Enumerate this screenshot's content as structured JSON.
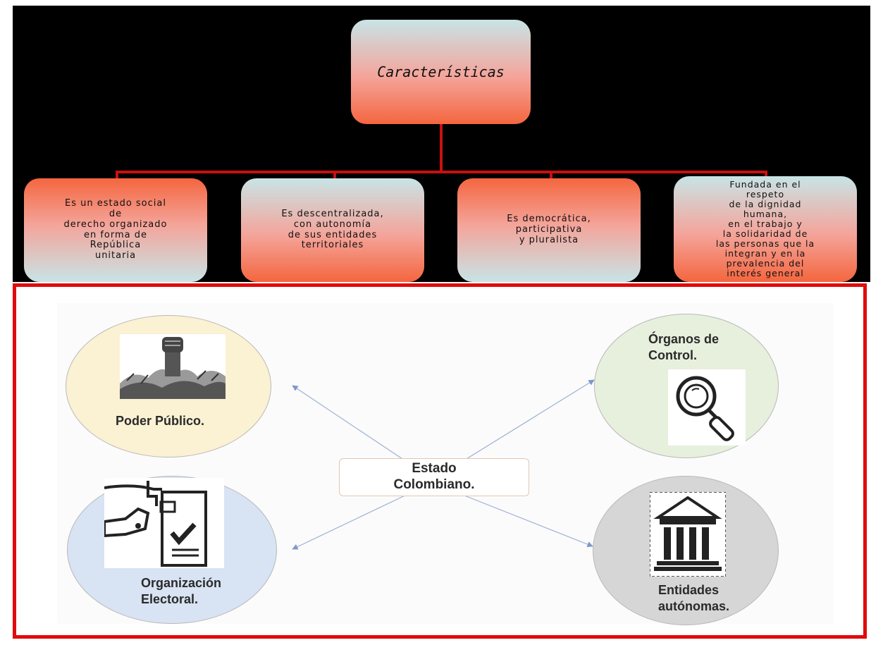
{
  "top_chart": {
    "root": "Características",
    "children": [
      "Es un estado social\nde\nderecho organizado\nen forma de\nRepública\nunitaria",
      "Es descentralizada,\ncon autonomía\nde sus entidades\nterritoriales",
      "Es democrática,\nparticipativa\ny pluralista",
      "Fundada en el\nrespeto\nde la dignidad\nhumana,\nen el trabajo y\nla solidaridad de\nlas personas que la\nintegran y en la\nprevalencia del\ninterés general"
    ]
  },
  "bottom_diagram": {
    "center": "Estado\nColombiano.",
    "nodes": {
      "poder": "Poder Público.",
      "organos": "Órganos de\nControl.",
      "electoral": "Organización\nElectoral.",
      "entidades": "Entidades\nautónomas."
    }
  },
  "colors": {
    "background_top": "#000000",
    "frame_border": "#e20a0a",
    "connector": "#c81010",
    "box_red": "#f4663f",
    "box_blue": "#c8e4e6"
  }
}
